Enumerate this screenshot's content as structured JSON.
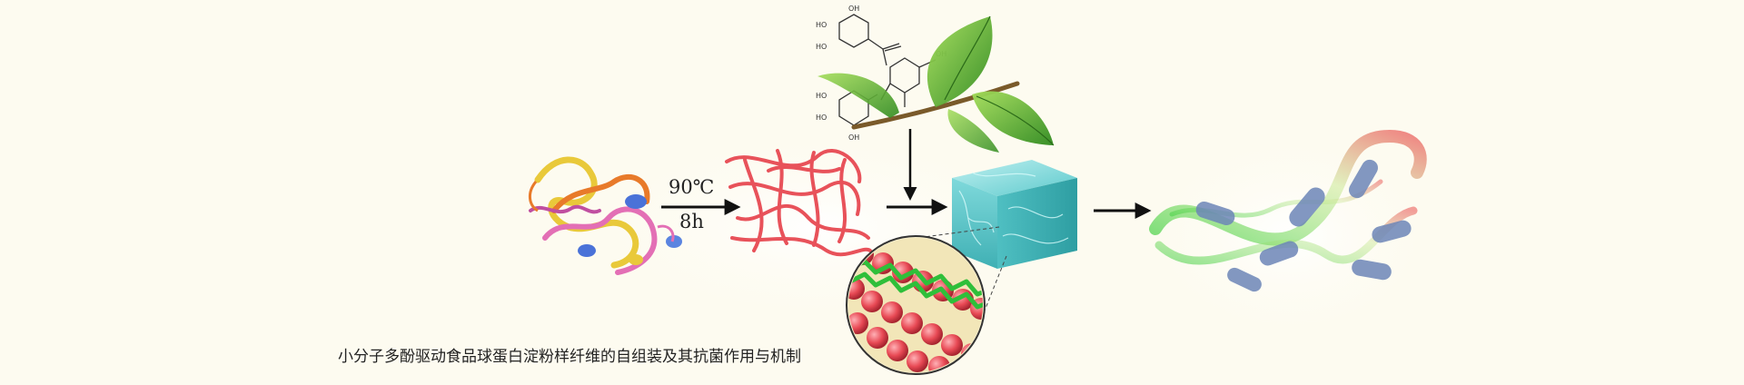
{
  "figure": {
    "conditions": {
      "temperature": "90℃",
      "time": "8h"
    },
    "molecule_labels": {
      "hydroxyl": "OH",
      "hydroxyl_alt": "HO"
    },
    "caption": "小分子多酚驱动食品球蛋白淀粉样纤维的自组装及其抗菌作用与机制"
  },
  "colors": {
    "background": "#fdfbf0",
    "fibril": "#e8525a",
    "hydrogel": "#5cc9cc",
    "polyphenol_chain": "#2fbf3a",
    "protein_spheres": "#e84a55",
    "bacteria": "#6d86b8",
    "leaf": "#5aa832",
    "arrow": "#111111"
  }
}
